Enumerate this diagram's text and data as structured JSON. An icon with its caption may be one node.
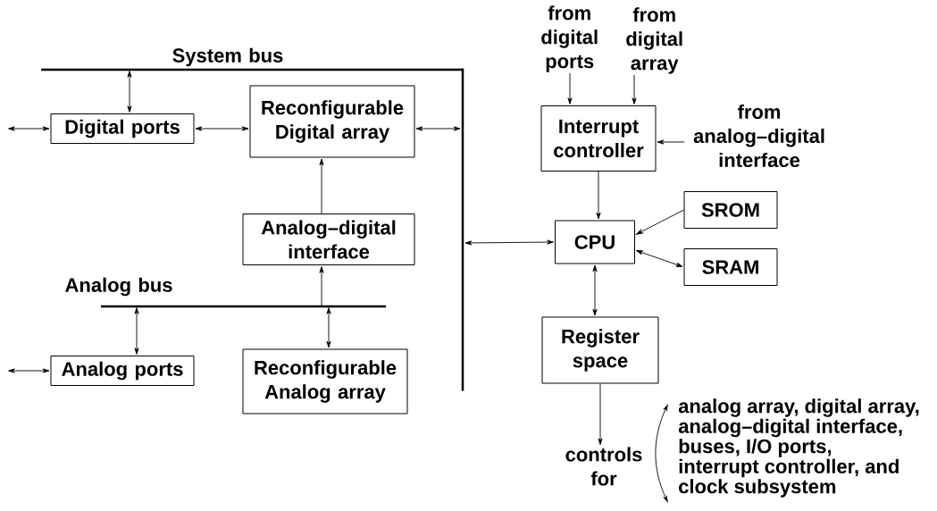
{
  "diagram": {
    "nodes": [
      {
        "text": [
          "System bus"
        ]
      },
      {
        "text": [
          "Digital ports"
        ]
      },
      {
        "text": [
          "Reconfigurable Digital array"
        ]
      },
      {
        "text": [
          "Analog–digital interface"
        ]
      },
      {
        "text": [
          "Analog bus"
        ]
      },
      {
        "text": [
          "Analog ports"
        ]
      },
      {
        "text": [
          "Reconfigurable Analog array"
        ]
      },
      {
        "text": [
          "Interrupt controller"
        ]
      },
      {
        "text": [
          "CPU"
        ]
      },
      {
        "text": [
          "SROM"
        ]
      },
      {
        "text": [
          "SRAM"
        ]
      },
      {
        "text": [
          "Register space"
        ]
      },
      {
        "text": [
          "from digital ports"
        ]
      },
      {
        "text": [
          "from digital array"
        ]
      },
      {
        "text": [
          "from analog–digital interface"
        ]
      },
      {
        "text": [
          "controls for"
        ]
      },
      {
        "text": [],
        "shape": "bar"
      }
    ],
    "edges": [
      {
        "from": null,
        "to": 1,
        "arrow": "both"
      },
      {
        "from": 0,
        "to": 1,
        "arrow": "both"
      },
      {
        "from": 1,
        "to": 2,
        "arrow": "both"
      },
      {
        "from": 2,
        "to": 16,
        "arrow": "both"
      },
      {
        "from": 3,
        "to": 2,
        "arrow": "to"
      },
      {
        "from": 4,
        "to": 3,
        "arrow": "to"
      },
      {
        "from": 4,
        "to": 5,
        "arrow": "both"
      },
      {
        "from": 4,
        "to": 6,
        "arrow": "both"
      },
      {
        "from": null,
        "to": 5,
        "arrow": "both"
      },
      {
        "from": 16,
        "to": 8,
        "arrow": "both"
      },
      {
        "from": 12,
        "to": 7,
        "arrow": "to"
      },
      {
        "from": 13,
        "to": 7,
        "arrow": "to"
      },
      {
        "from": 14,
        "to": 7,
        "arrow": "to"
      },
      {
        "from": 7,
        "to": 8,
        "arrow": "to"
      },
      {
        "from": 9,
        "to": 8,
        "arrow": "to"
      },
      {
        "from": 8,
        "to": 10,
        "arrow": "both"
      },
      {
        "from": 8,
        "to": 11,
        "arrow": "both"
      },
      {
        "from": 11,
        "to": 15,
        "arrow": "to"
      }
    ],
    "labels": [
      "analog array, digital array, analog–digital interface, buses, I/O ports, interrupt controller, and clock subsystem"
    ]
  }
}
